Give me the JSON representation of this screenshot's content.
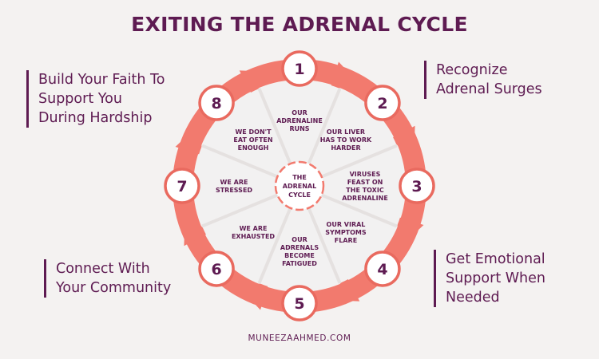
{
  "title": "EXITING THE ADRENAL CYCLE",
  "footer": "MUNEEZAAHMED.COM",
  "callouts": [
    {
      "lines": [
        "Build Your Faith To",
        "Support You",
        "During Hardship"
      ]
    },
    {
      "lines": [
        "Recognize",
        "Adrenal Surges"
      ]
    },
    {
      "lines": [
        "Get Emotional",
        "Support When",
        "Needed"
      ]
    },
    {
      "lines": [
        "Connect With",
        "Your Community"
      ]
    }
  ],
  "center": {
    "lines": [
      "THE",
      "ADRENAL",
      "CYCLE"
    ]
  },
  "steps": [
    {
      "number": "1",
      "lines": [
        "OUR",
        "ADRENALINE",
        "RUNS"
      ]
    },
    {
      "number": "2",
      "lines": [
        "OUR LIVER",
        "HAS TO WORK",
        "HARDER"
      ]
    },
    {
      "number": "3",
      "lines": [
        "VIRUSES",
        "FEAST ON",
        "THE TOXIC",
        "ADRENALINE"
      ]
    },
    {
      "number": "4",
      "lines": [
        "OUR VIRAL",
        "SYMPTOMS",
        "FLARE"
      ]
    },
    {
      "number": "5",
      "lines": [
        "OUR",
        "ADRENALS",
        "BECOME",
        "FATIGUED"
      ]
    },
    {
      "number": "6",
      "lines": [
        "WE ARE",
        "EXHAUSTED"
      ]
    },
    {
      "number": "7",
      "lines": [
        "WE ARE",
        "STRESSED"
      ]
    },
    {
      "number": "8",
      "lines": [
        "WE DON'T",
        "EAT OFTEN",
        "ENOUGH"
      ]
    }
  ],
  "colors": {
    "accent": "#5e1b52",
    "ring": "#f27a6e",
    "badge_ring": "#e96a5f",
    "segment_fill": "#f2f1f1",
    "segment_divider": "#e5e1e0",
    "background": "#f4f2f1"
  }
}
